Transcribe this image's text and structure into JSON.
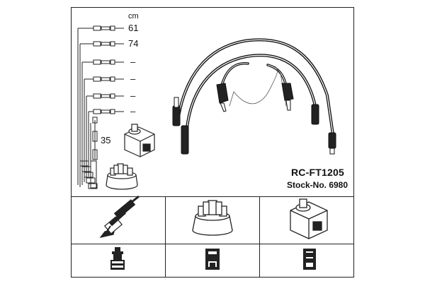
{
  "sheet": {
    "unit_label": "cm",
    "wire_lengths": [
      "61",
      "74",
      "–",
      "–",
      "–",
      "–"
    ],
    "extra_length": "35",
    "model": "RC-FT1205",
    "stock_number": "Stock-No. 6980"
  },
  "icons": {
    "cable_set": "ignition-cable-set-icon",
    "spark_plug": "spark-plug-icon",
    "distributor_cap": "distributor-cap-icon",
    "ignition_coil": "ignition-coil-icon"
  }
}
